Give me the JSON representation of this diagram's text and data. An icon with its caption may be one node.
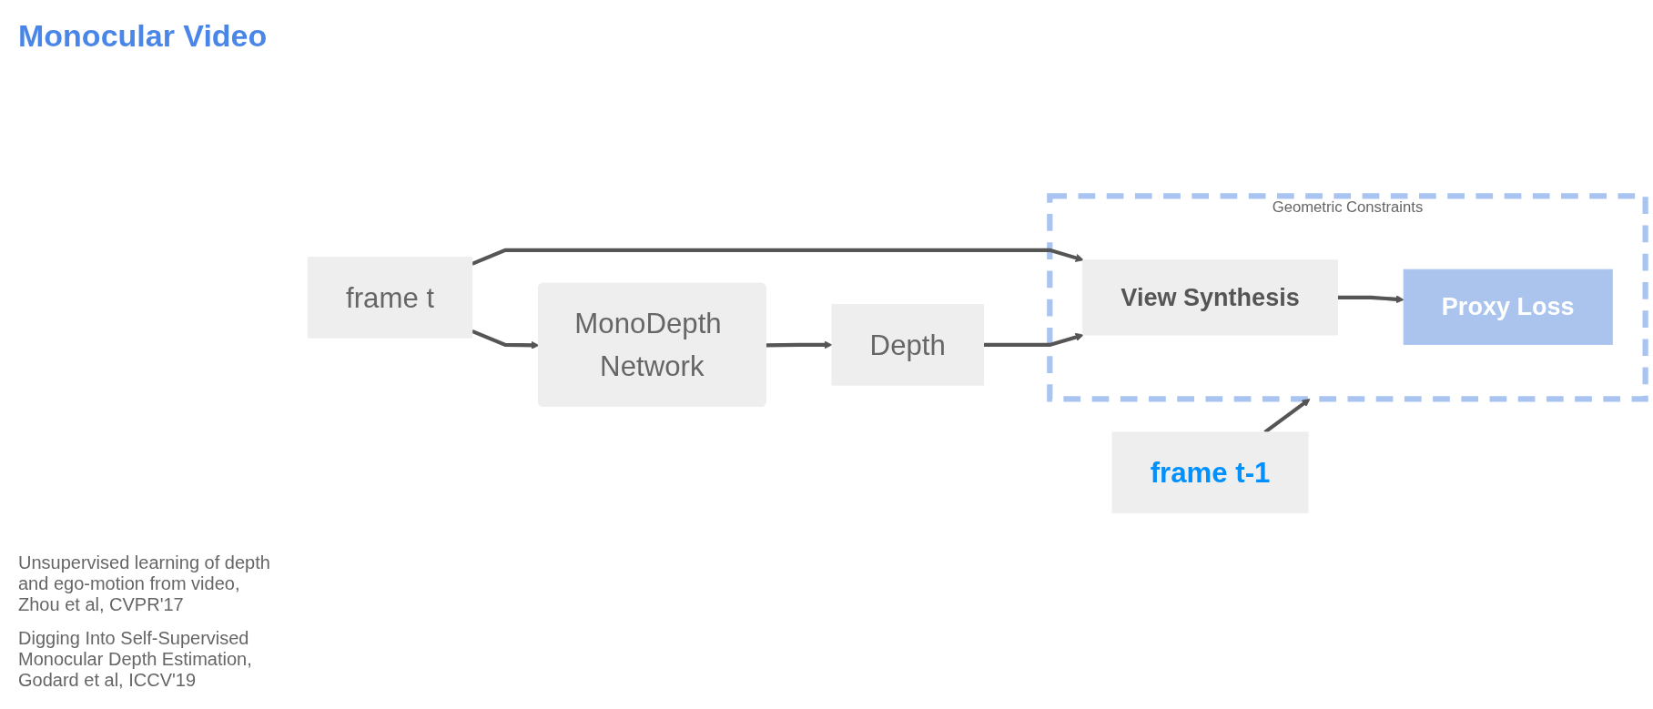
{
  "diagram": {
    "nodes": [
      {
        "text": [
          "frame t"
        ]
      },
      {
        "text": [
          "frame t-1"
        ]
      },
      {
        "text": [
          "MonoDepth Network"
        ]
      },
      {
        "text": [
          "Depth"
        ]
      },
      {
        "text": [
          "Geometric Constraints"
        ]
      },
      {
        "text": [
          "Proxy Loss"
        ],
        "in": 4
      },
      {
        "text": [
          "View Synthesis"
        ],
        "in": 4
      }
    ],
    "edges": [
      {
        "from": 0,
        "to": 2,
        "arrow": "to"
      },
      {
        "from": 2,
        "to": 3,
        "arrow": "to"
      },
      {
        "from": 0,
        "to": 6,
        "arrow": "to"
      },
      {
        "from": 3,
        "to": 6,
        "arrow": "to"
      },
      {
        "from": 1,
        "to": 4,
        "arrow": "to"
      },
      {
        "from": 6,
        "to": 5,
        "arrow": "to"
      }
    ],
    "labels": [
      "Monocular Video",
      "Unsupervised learning of depth and ego-motion from video, Zhou et al, CVPR'17",
      "Digging Into Self-Supervised Monocular Depth Estimation, Godard et al, ICCV'19"
    ]
  }
}
